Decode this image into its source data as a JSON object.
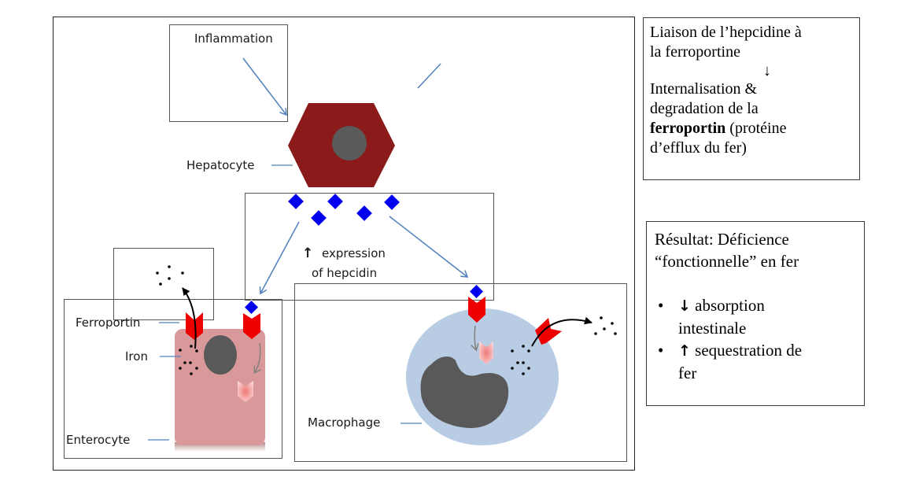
{
  "diagram": {
    "labels": {
      "inflammation": "Inflammation",
      "hepatocyte": "Hepatocyte",
      "expression_line1": "expression",
      "expression_line2": "of hepcidin",
      "expression_arrow": "↑",
      "ferroportin": "Ferroportin",
      "iron": "Iron",
      "enterocyte": "Enterocyte",
      "macrophage": "Macrophage"
    },
    "colors": {
      "hepatocyte": "#8b1a1a",
      "nucleus": "#5a5a5a",
      "hepcidin": "#0000ee",
      "ferroportin": "#ee0000",
      "enterocyte": "#d9999b",
      "macrophage": "#b8cce4",
      "macrophage_nucleus": "#595959",
      "arrow": "#4f81bd"
    }
  },
  "mechanism_box": {
    "line1": "Liaison de l’hepcidine à",
    "line2": "la ferroportine",
    "arrow": "↓",
    "line3": "Internalisation &",
    "line4": "degradation de la",
    "bold_word": "ferroportin",
    "line5_rest": " (protéine",
    "line6": "d’efflux du fer)"
  },
  "result_box": {
    "title_line1": "Résultat:  Déficience",
    "title_line2": "“fonctionnelle” en fer",
    "items": [
      {
        "bullet": "•",
        "arrow": "🡣",
        "arrow_glyph": "↓",
        "text_line1": " absorption",
        "text_line2": "intestinale"
      },
      {
        "bullet": "•",
        "arrow": "🡡",
        "arrow_glyph": "↑",
        "text_line1": " sequestration de",
        "text_line2": "fer"
      }
    ]
  }
}
